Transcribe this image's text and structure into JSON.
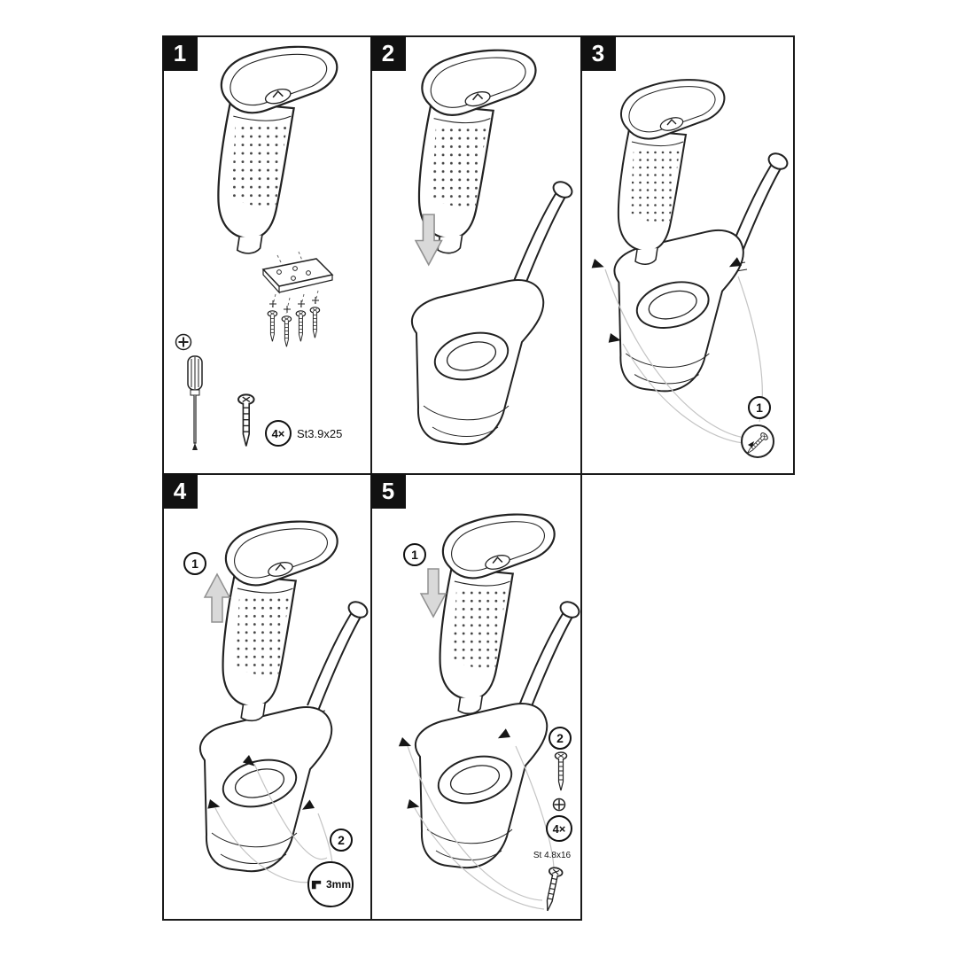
{
  "colors": {
    "line": "#222222",
    "leader_line": "#c4c4c4",
    "arrow_fill": "#d9d9d9",
    "arrow_stroke": "#909090",
    "badge_bg": "#111111",
    "badge_text": "#ffffff"
  },
  "steps": {
    "step1": {
      "badge": "1",
      "qty": "4×",
      "screw_spec": "St3.9x25"
    },
    "step2": {
      "badge": "2"
    },
    "step3": {
      "badge": "3",
      "callout1": "1"
    },
    "step4": {
      "badge": "4",
      "callout1": "1",
      "callout2": "2",
      "note": "3mm"
    },
    "step5": {
      "badge": "5",
      "callout1": "1",
      "callout2": "2",
      "qty": "4×",
      "screw_spec": "St 4.8x16"
    }
  }
}
